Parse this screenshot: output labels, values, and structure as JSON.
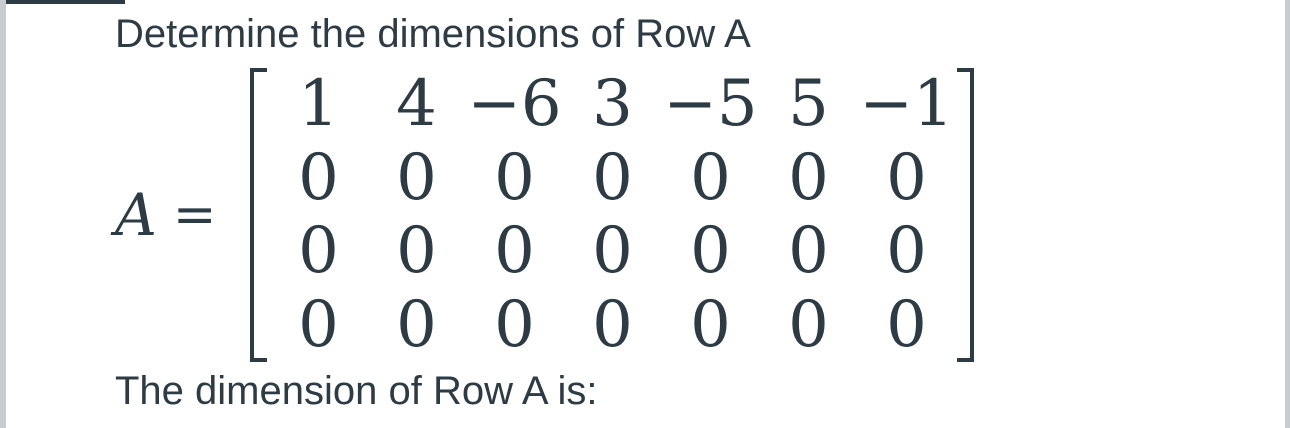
{
  "page": {
    "background_color": "#ffffff",
    "text_color": "#2d3b45",
    "edge_bar_color": "#c7ccd1",
    "accent_bar_color": "#2d3b45"
  },
  "question": {
    "prompt": "Determine the dimensions of Row A",
    "matrix_label": "A",
    "equals": "=",
    "matrix": {
      "rows": [
        [
          "1",
          "4",
          "−6",
          "3",
          "−5",
          "5",
          "−1"
        ],
        [
          "0",
          "0",
          "0",
          "0",
          "0",
          "0",
          "0"
        ],
        [
          "0",
          "0",
          "0",
          "0",
          "0",
          "0",
          "0"
        ],
        [
          "0",
          "0",
          "0",
          "0",
          "0",
          "0",
          "0"
        ]
      ]
    },
    "footer_prompt": "The dimension of Row A is:"
  }
}
